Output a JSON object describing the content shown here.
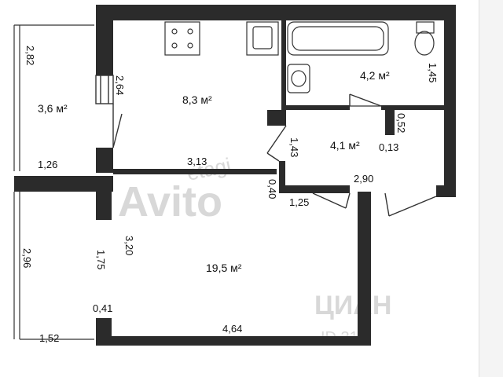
{
  "rooms": {
    "loggia_top": {
      "area": "3,6 м²"
    },
    "kitchen": {
      "area": "8,3 м²"
    },
    "bathroom": {
      "area": "4,2 м²"
    },
    "hall": {
      "area": "4,1 м²"
    },
    "living": {
      "area": "19,5 м²"
    }
  },
  "dimensions": {
    "d_282": "2,82",
    "d_264": "2,64",
    "d_126": "1,26",
    "d_313": "3,13",
    "d_040": "0,40",
    "d_145": "1,45",
    "d_052": "0,52",
    "d_013": "0,13",
    "d_143": "1,43",
    "d_290": "2,90",
    "d_125": "1,25",
    "d_296": "2,96",
    "d_175": "1,75",
    "d_320": "3,20",
    "d_041": "0,41",
    "d_152": "1,52",
    "d_464": "4,64"
  },
  "watermarks": {
    "etagi": "etagi",
    "avito": "Avito",
    "cian": "ЦИАН",
    "id": "ID 31"
  },
  "colors": {
    "wall": "#2b2b2b",
    "line": "#333333",
    "background": "#ffffff"
  }
}
